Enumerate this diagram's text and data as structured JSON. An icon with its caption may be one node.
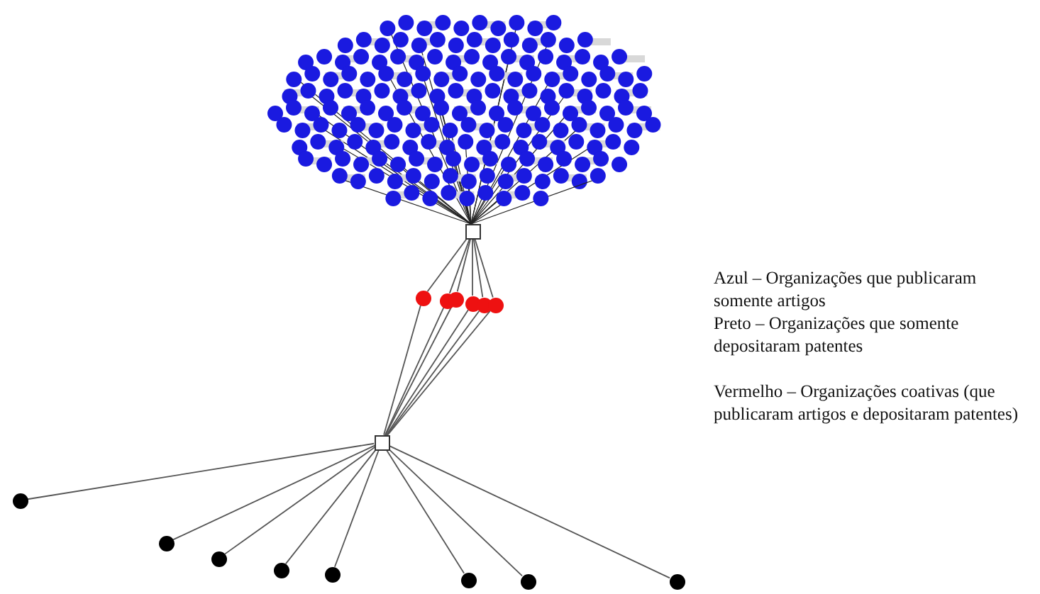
{
  "diagram": {
    "nodes": [
      {
        "text": [],
        "shape": "box"
      },
      {
        "text": [],
        "shape": "circle"
      },
      {
        "text": [],
        "shape": "circle"
      },
      {
        "text": [],
        "shape": "circle"
      },
      {
        "text": [],
        "shape": "circle"
      },
      {
        "text": [],
        "shape": "circle"
      },
      {
        "text": [],
        "shape": "circle"
      },
      {
        "text": [],
        "shape": "box"
      },
      {
        "text": [],
        "shape": "circle"
      },
      {
        "text": [],
        "shape": "circle"
      },
      {
        "text": [],
        "shape": "circle"
      },
      {
        "text": [],
        "shape": "circle"
      },
      {
        "text": [],
        "shape": "circle"
      },
      {
        "text": [],
        "shape": "circle"
      },
      {
        "text": [],
        "shape": "circle"
      },
      {
        "text": [],
        "shape": "circle"
      }
    ],
    "edges": [
      {
        "from": 0,
        "to": 1,
        "arrow": "none"
      },
      {
        "from": 0,
        "to": 2,
        "arrow": "none"
      },
      {
        "from": 0,
        "to": 3,
        "arrow": "none"
      },
      {
        "from": 0,
        "to": 4,
        "arrow": "none"
      },
      {
        "from": 0,
        "to": 5,
        "arrow": "none"
      },
      {
        "from": 0,
        "to": 6,
        "arrow": "none"
      },
      {
        "from": 1,
        "to": 7,
        "arrow": "none"
      },
      {
        "from": 2,
        "to": 7,
        "arrow": "none"
      },
      {
        "from": 3,
        "to": 7,
        "arrow": "none"
      },
      {
        "from": 4,
        "to": 7,
        "arrow": "none"
      },
      {
        "from": 5,
        "to": 7,
        "arrow": "none"
      },
      {
        "from": 6,
        "to": 7,
        "arrow": "none"
      },
      {
        "from": 7,
        "to": 8,
        "arrow": "none"
      },
      {
        "from": 7,
        "to": 9,
        "arrow": "none"
      },
      {
        "from": 7,
        "to": 10,
        "arrow": "none"
      },
      {
        "from": 7,
        "to": 11,
        "arrow": "none"
      },
      {
        "from": 7,
        "to": 12,
        "arrow": "none"
      },
      {
        "from": 7,
        "to": 13,
        "arrow": "none"
      },
      {
        "from": 7,
        "to": 14,
        "arrow": "none"
      },
      {
        "from": 7,
        "to": 15,
        "arrow": "none"
      }
    ],
    "labels": [
      "Azul – Organizações que publicaram somente artigos",
      "Preto – Organizações que somente depositaram patentes",
      "Vermelho – Organizações coativas (que publicaram artigos e depositaram patentes)"
    ]
  }
}
